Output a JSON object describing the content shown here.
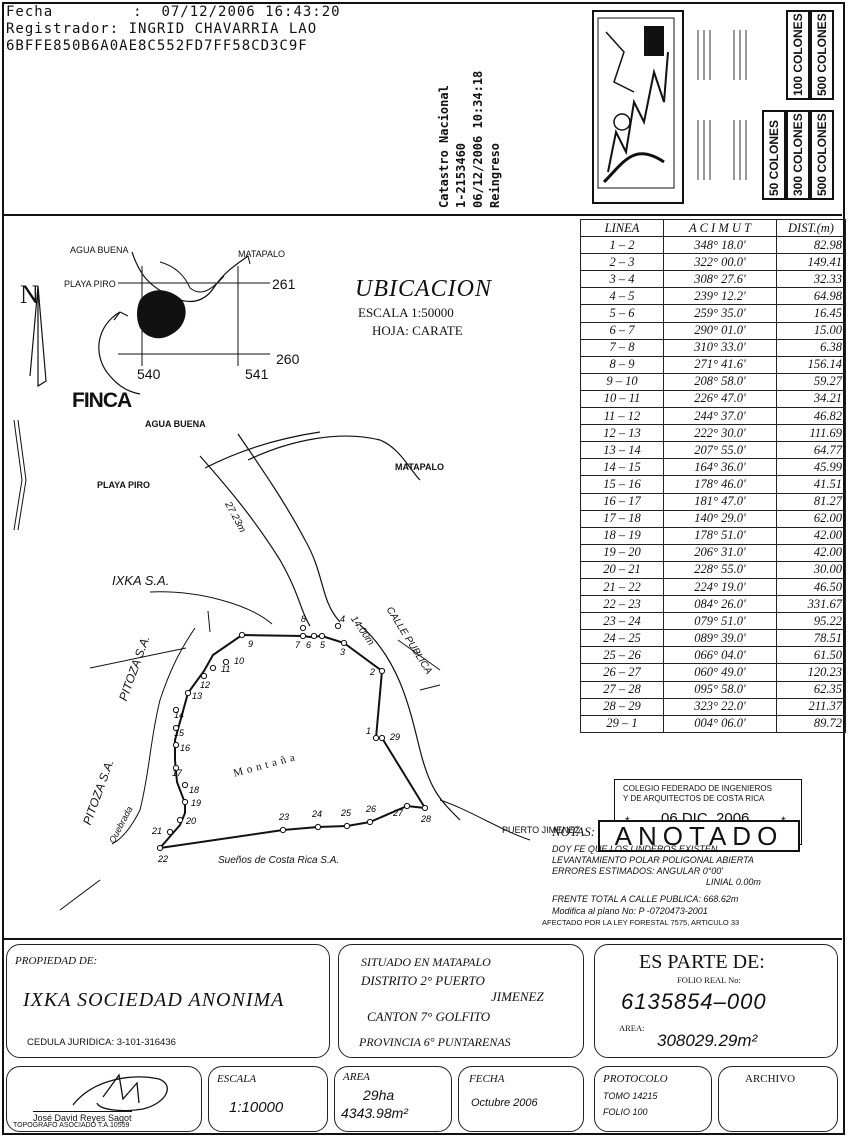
{
  "header": {
    "fecha_label": "Fecha",
    "fecha_value": ":  07/12/2006 16:43:20",
    "registrador_label": "Registrador:",
    "registrador_value": "INGRID CHAVARRIA LAO",
    "hash": "6BFFE850B6A0AE8C552FD7FF58CD3C9F"
  },
  "catastro": {
    "line1": "Catastro Nacional",
    "line2": "1-2153460",
    "line3": "06/12/2006 10:34:18",
    "line4": "Reingreso"
  },
  "stamps": [
    "50 COLONES",
    "300 COLONES",
    "500 COLONES",
    "100 COLONES",
    "500 COLONES"
  ],
  "location": {
    "title": "UBICACION",
    "scale": "ESCALA   1:50000",
    "sheet": "HOJA: CARATE",
    "agua_buena": "AGUA BUENA",
    "matapalo": "MATAPALO",
    "playa_piro": "PLAYA PIRO",
    "n261": "261",
    "n260": "260",
    "n540": "540",
    "n541": "541",
    "finca": "FINCA",
    "north": "N"
  },
  "plan": {
    "agua_buena": "AGUA BUENA",
    "playa_piro": "PLAYA PIRO",
    "matapalo": "MATAPALO",
    "road_width": "27.23m",
    "ixka": "IXKA S.A.",
    "pitoza1": "PITOZA S.A.",
    "pitoza2": "PITOZA S.A.",
    "quebrada": "Quebrada",
    "montana": "Montaña",
    "calle": "CALLE PUBLICA",
    "calle_width": "14.00m",
    "puerto": "PUERTO JIMENEZ",
    "suenos": "Sueños de Costa Rica S.A.",
    "points": [
      "1",
      "2",
      "3",
      "4",
      "5",
      "6",
      "7",
      "8",
      "9",
      "10",
      "11",
      "12",
      "13",
      "14",
      "15",
      "16",
      "17",
      "18",
      "19",
      "20",
      "21",
      "22",
      "23",
      "24",
      "25",
      "26",
      "27",
      "28",
      "29"
    ]
  },
  "table": {
    "headers": [
      "LINEA",
      "A C I M U T",
      "DIST.(m)"
    ],
    "rows": [
      [
        "1 – 2",
        "348° 18.0'",
        "82.98"
      ],
      [
        "2 – 3",
        "322° 00.0'",
        "149.41"
      ],
      [
        "3 – 4",
        "308° 27.6'",
        "32.33"
      ],
      [
        "4 – 5",
        "239° 12.2'",
        "64.98"
      ],
      [
        "5 – 6",
        "259° 35.0'",
        "16.45"
      ],
      [
        "6 – 7",
        "290° 01.0'",
        "15.00"
      ],
      [
        "7 – 8",
        "310° 33.0'",
        "6.38"
      ],
      [
        "8 – 9",
        "271° 41.6'",
        "156.14"
      ],
      [
        "9 – 10",
        "208° 58.0'",
        "59.27"
      ],
      [
        "10 – 11",
        "226° 47.0'",
        "34.21"
      ],
      [
        "11 – 12",
        "244° 37.0'",
        "46.82"
      ],
      [
        "12 – 13",
        "222° 30.0'",
        "111.69"
      ],
      [
        "13 – 14",
        "207° 55.0'",
        "64.77"
      ],
      [
        "14 – 15",
        "164° 36.0'",
        "45.99"
      ],
      [
        "15 – 16",
        "178° 46.0'",
        "41.51"
      ],
      [
        "16 – 17",
        "181° 47.0'",
        "81.27"
      ],
      [
        "17 – 18",
        "140° 29.0'",
        "62.00"
      ],
      [
        "18 – 19",
        "178° 51.0'",
        "42.00"
      ],
      [
        "19 – 20",
        "206° 31.0'",
        "42.00"
      ],
      [
        "20 – 21",
        "228° 55.0'",
        "30.00"
      ],
      [
        "21 – 22",
        "224° 19.0'",
        "46.50"
      ],
      [
        "22 – 23",
        "084° 26.0'",
        "331.67"
      ],
      [
        "23 – 24",
        "079° 51.0'",
        "95.22"
      ],
      [
        "24 – 25",
        "089° 39.0'",
        "78.51"
      ],
      [
        "25 – 26",
        "066° 04.0'",
        "61.50"
      ],
      [
        "26 – 27",
        "060° 49.0'",
        "120.23"
      ],
      [
        "27 – 28",
        "095° 58.0'",
        "62.35"
      ],
      [
        "28 – 29",
        "323° 22.0'",
        "211.37"
      ],
      [
        "29 – 1",
        "004° 06.0'",
        "89.72"
      ]
    ]
  },
  "colegio": {
    "line1": "COLEGIO FEDERADO DE INGENIEROS",
    "line2": "Y DE ARQUITECTOS DE COSTA RICA",
    "date": "06 DIC. 2006",
    "star": "*",
    "anotado": "ANOTADO"
  },
  "notas": {
    "label": "NOTAS:",
    "l1": "DOY FE QUE LOS LINDEROS EXISTEN",
    "l2": "LEVANTAMIENTO POLAR POLIGONAL ABIERTA",
    "l3": "ERRORES ESTIMADOS:  ANGULAR 0°00'",
    "l4": "LINIAL 0.00m",
    "l5": "FRENTE TOTAL A CALLE PUBLICA: 668.62m",
    "l6": "Modifica al plano No:  P -0720473-2001",
    "l7": "AFECTADO POR LA LEY FORESTAL 7575, ARTICULO 33"
  },
  "footer": {
    "propiedad_label": "PROPIEDAD DE:",
    "propiedad_value": "IXKA SOCIEDAD ANONIMA",
    "cedula": "CEDULA JURIDICA: 3-101-316436",
    "situado_l1": "SITUADO EN MATAPALO",
    "situado_l2": "DISTRITO 2° PUERTO",
    "situado_l3": "JIMENEZ",
    "situado_l4": "CANTON 7° GOLFITO",
    "situado_l5": "PROVINCIA 6° PUNTARENAS",
    "parte_title": "ES PARTE DE:",
    "folio_label": "FOLIO REAL No:",
    "folio_value": "6135854–000",
    "area_label": "AREA:",
    "area_value": "308029.29m²",
    "surveyor_name": "José David Reyes Sagot",
    "surveyor_title": "TOPOGRAFO ASOCIADO  T.A.10559",
    "escala_label": "ESCALA",
    "escala_value": "1:10000",
    "area2_label": "AREA",
    "area2_ha": "29ha",
    "area2_m": "4343.98m²",
    "fecha_label": "FECHA",
    "fecha_value": "Octubre 2006",
    "protocolo_label": "PROTOCOLO",
    "tomo": "TOMO 14215",
    "folio": "FOLIO 100",
    "archivo": "ARCHIVO"
  }
}
